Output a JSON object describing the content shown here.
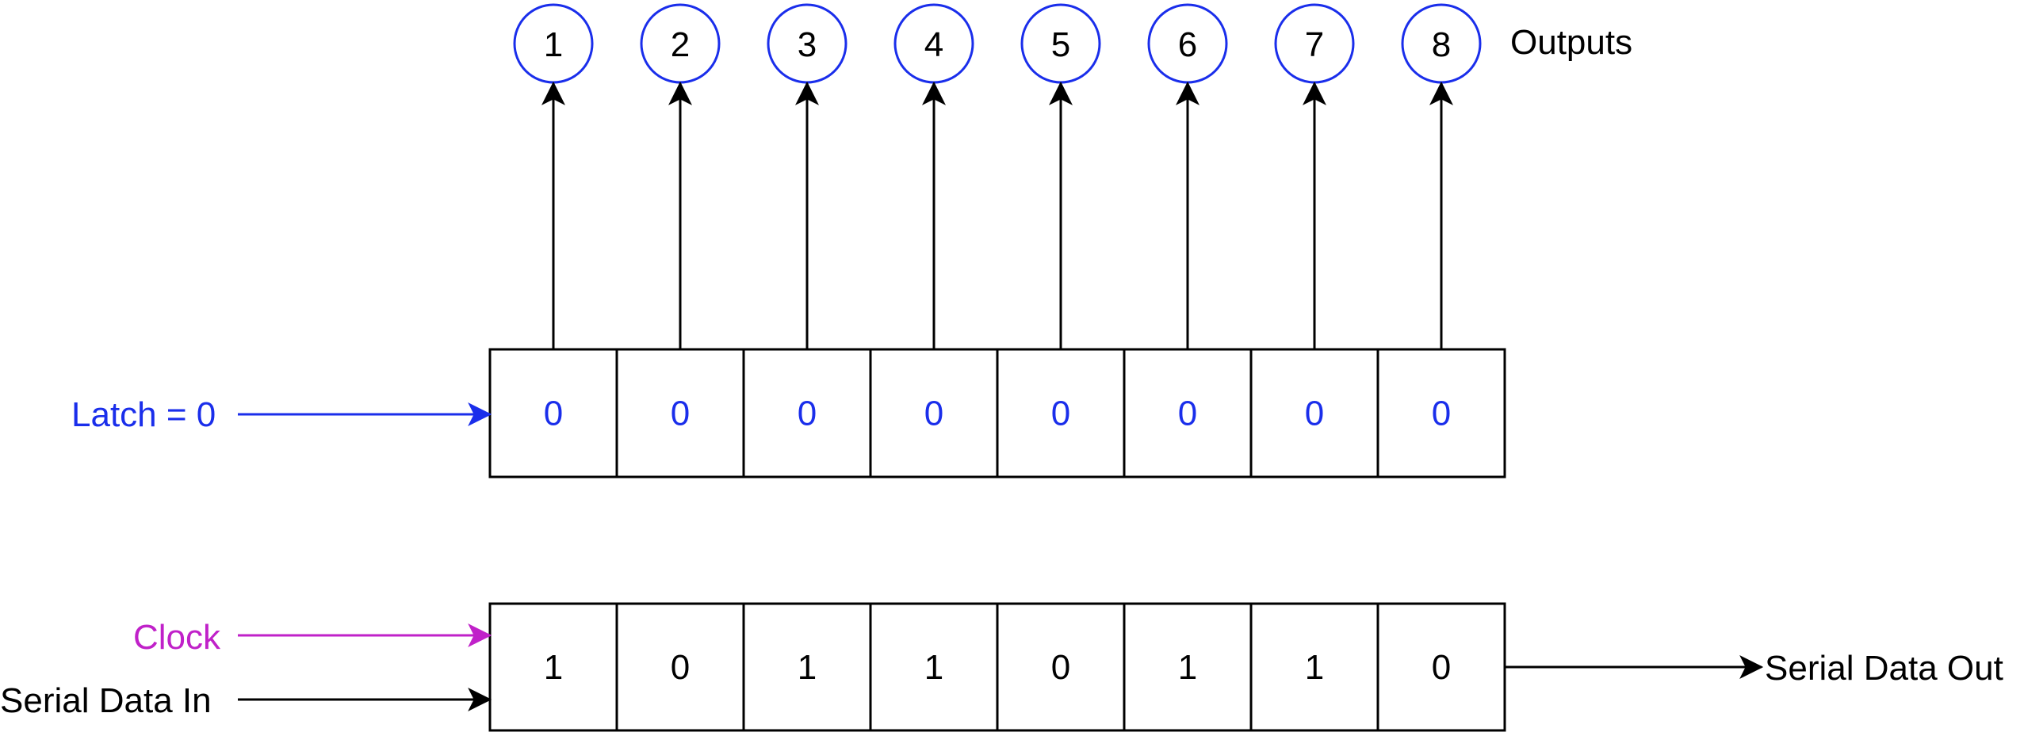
{
  "outputs": {
    "label": "Outputs",
    "numbers": [
      "1",
      "2",
      "3",
      "4",
      "5",
      "6",
      "7",
      "8"
    ]
  },
  "latch": {
    "label": "Latch = 0",
    "values": [
      "0",
      "0",
      "0",
      "0",
      "0",
      "0",
      "0",
      "0"
    ]
  },
  "shift": {
    "clock_label": "Clock",
    "serial_in_label": "Serial Data In",
    "serial_out_label": "Serial Data Out",
    "values": [
      "1",
      "0",
      "1",
      "1",
      "0",
      "1",
      "1",
      "0"
    ]
  },
  "colors": {
    "latch": "#1A2EEB",
    "clock": "#C021C9",
    "line": "#000000"
  }
}
